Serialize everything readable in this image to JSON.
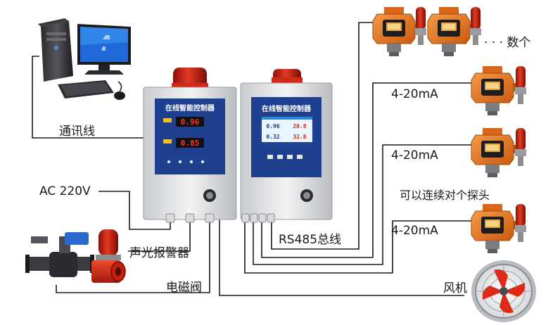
{
  "labels": {
    "comm_line": "通讯线",
    "ac_power": "AC 220V",
    "alarm": "声光报警器",
    "valve": "电磁阀",
    "rs485": "RS485总线",
    "signal_1": "4-20mA",
    "signal_2": "4-20mA",
    "signal_3": "4-20mA",
    "multiple": "· · · 数个",
    "connect_probes": "可以连续对个探头",
    "fan": "风机"
  },
  "controllers": {
    "left_title": "在线智能控制器",
    "right_title": "在线智能控制器",
    "left_display_1": "0.96",
    "left_display_2": "0.85",
    "screen_values": [
      "0.96",
      "20.8",
      "0.32",
      "32.8"
    ]
  },
  "colors": {
    "panel_blue": "#1f3f8f",
    "beacon_red": "#d42a1a",
    "detector_orange": "#e8731f",
    "wire": "#1a1a1a"
  }
}
